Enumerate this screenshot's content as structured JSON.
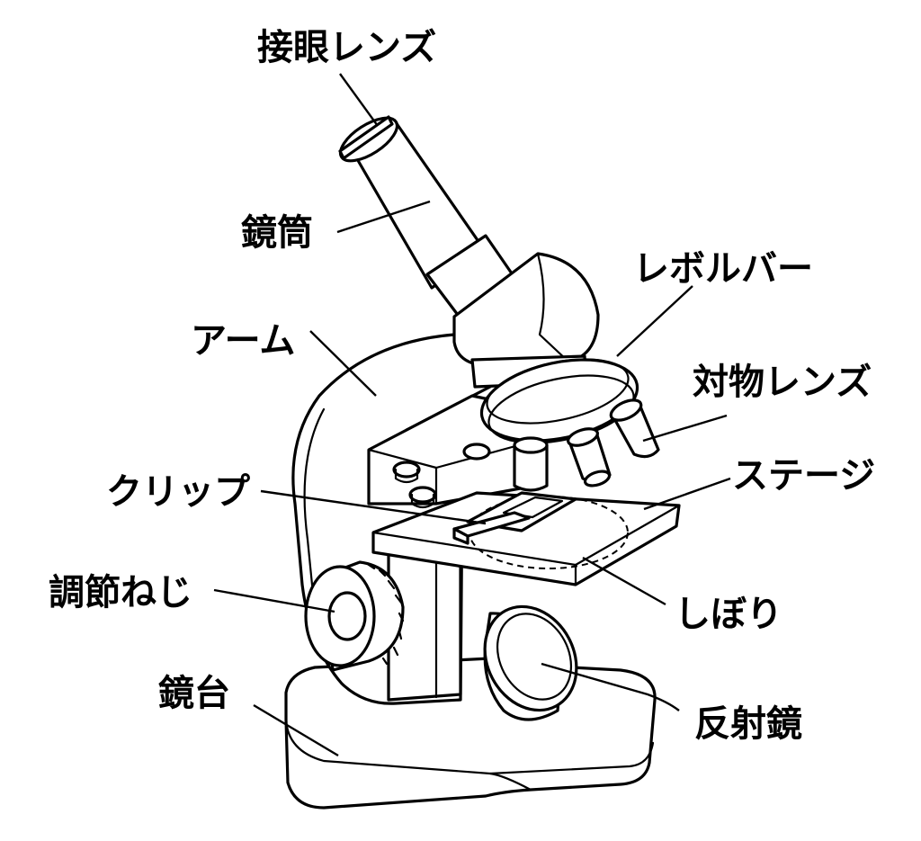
{
  "labels": {
    "eyepiece": "接眼レンズ",
    "tube": "鏡筒",
    "arm": "アーム",
    "revolver": "レボルバー",
    "objective": "対物レンズ",
    "stage": "ステージ",
    "clip": "クリップ",
    "adjust_knob": "調節ねじ",
    "diaphragm": "しぼり",
    "base": "鏡台",
    "mirror": "反射鏡"
  },
  "colors": {
    "line": "#000000",
    "background": "#ffffff"
  }
}
